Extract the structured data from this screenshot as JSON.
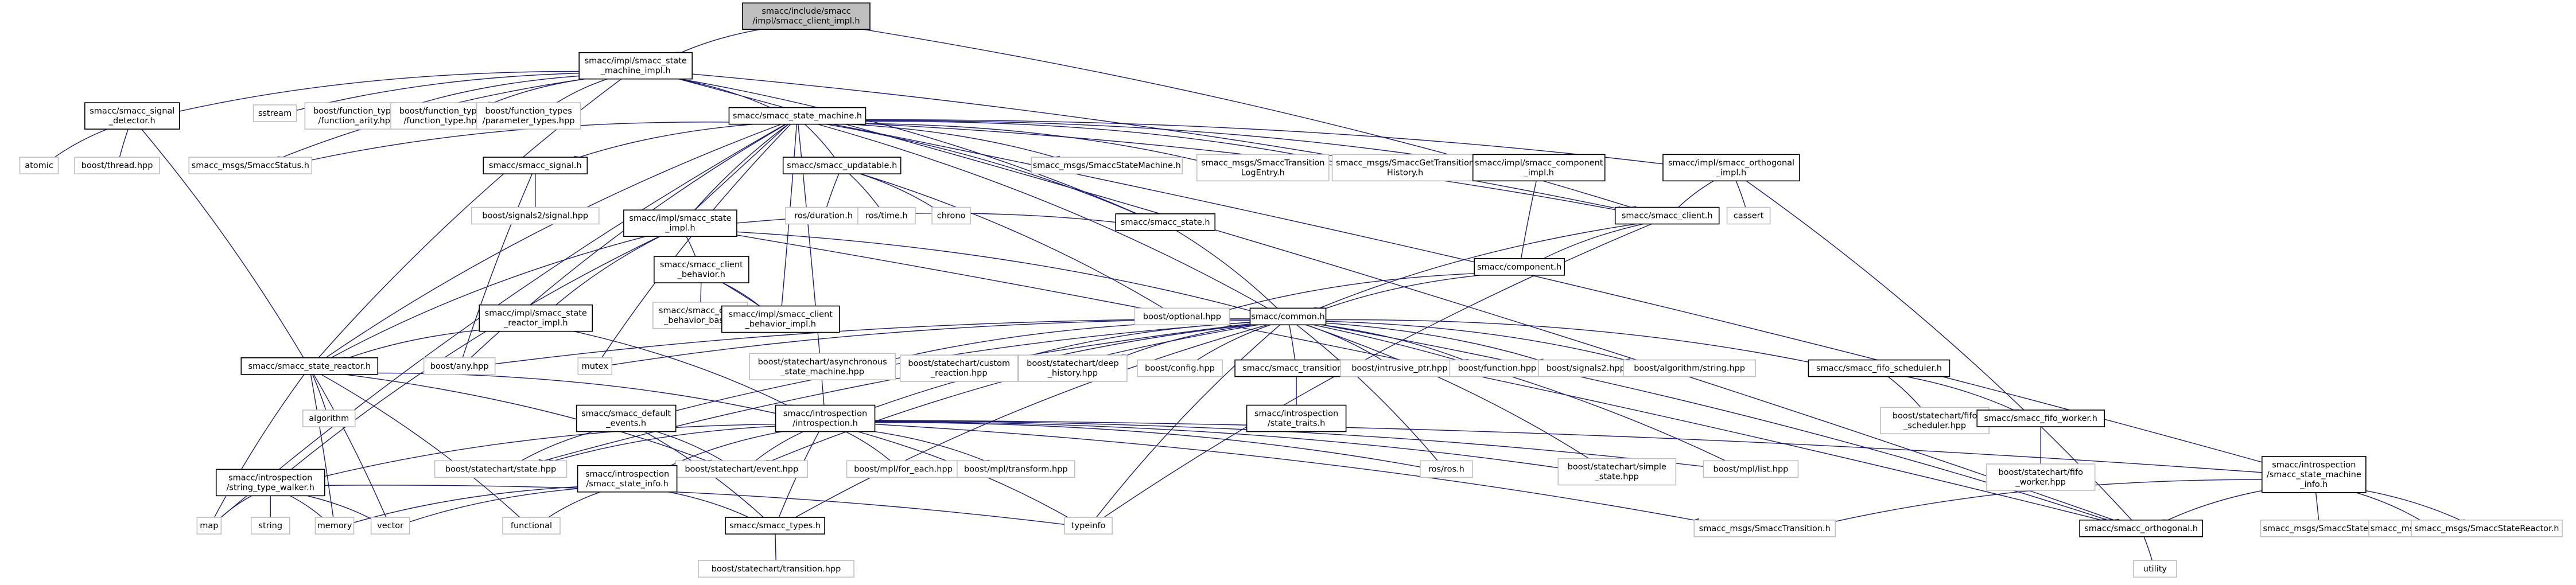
{
  "graph": {
    "colors": {
      "edge": "#191970",
      "root_fill": "#bfbfbf",
      "local_border": "#000000",
      "external_border": "#bfbfbf",
      "text": "#000000"
    },
    "nodes": [
      {
        "id": "root",
        "lines": [
          "smacc/include/smacc",
          "/impl/smacc_client_impl.h"
        ],
        "kind": "root"
      },
      {
        "id": "sm_impl",
        "lines": [
          "smacc/impl/smacc_state",
          "_machine_impl.h"
        ],
        "kind": "local"
      },
      {
        "id": "sig_detector",
        "lines": [
          "smacc/smacc_signal",
          "_detector.h"
        ],
        "kind": "local"
      },
      {
        "id": "sstream",
        "lines": [
          "sstream"
        ],
        "kind": "ext"
      },
      {
        "id": "ft_arity",
        "lines": [
          "boost/function_types",
          "/function_arity.hpp"
        ],
        "kind": "ext"
      },
      {
        "id": "ft_type",
        "lines": [
          "boost/function_types",
          "/function_type.hpp"
        ],
        "kind": "ext"
      },
      {
        "id": "ft_param",
        "lines": [
          "boost/function_types",
          "/parameter_types.hpp"
        ],
        "kind": "ext"
      },
      {
        "id": "atomic",
        "lines": [
          "atomic"
        ],
        "kind": "ext"
      },
      {
        "id": "thread",
        "lines": [
          "boost/thread.hpp"
        ],
        "kind": "ext"
      },
      {
        "id": "smacc_status",
        "lines": [
          "smacc_msgs/SmaccStatus.h"
        ],
        "kind": "ext"
      },
      {
        "id": "sm",
        "lines": [
          "smacc/smacc_state_machine.h"
        ],
        "kind": "local"
      },
      {
        "id": "signal",
        "lines": [
          "smacc/smacc_signal.h"
        ],
        "kind": "local"
      },
      {
        "id": "updatable",
        "lines": [
          "smacc/smacc_updatable.h"
        ],
        "kind": "local"
      },
      {
        "id": "sm_msg",
        "lines": [
          "smacc_msgs/SmaccStateMachine.h"
        ],
        "kind": "ext"
      },
      {
        "id": "trans_log",
        "lines": [
          "smacc_msgs/SmaccTransition",
          "LogEntry.h"
        ],
        "kind": "ext"
      },
      {
        "id": "get_trans",
        "lines": [
          "smacc_msgs/SmaccGetTransition",
          "History.h"
        ],
        "kind": "ext"
      },
      {
        "id": "comp_impl",
        "lines": [
          "smacc/impl/smacc_component",
          "_impl.h"
        ],
        "kind": "local"
      },
      {
        "id": "orth_impl",
        "lines": [
          "smacc/impl/smacc_orthogonal",
          "_impl.h"
        ],
        "kind": "local"
      },
      {
        "id": "signals2_signal",
        "lines": [
          "boost/signals2/signal.hpp"
        ],
        "kind": "ext"
      },
      {
        "id": "ros_duration",
        "lines": [
          "ros/duration.h"
        ],
        "kind": "ext"
      },
      {
        "id": "ros_time",
        "lines": [
          "ros/time.h"
        ],
        "kind": "ext"
      },
      {
        "id": "chrono",
        "lines": [
          "chrono"
        ],
        "kind": "ext"
      },
      {
        "id": "cassert",
        "lines": [
          "cassert"
        ],
        "kind": "ext"
      },
      {
        "id": "client",
        "lines": [
          "smacc/smacc_client.h"
        ],
        "kind": "local"
      },
      {
        "id": "state_impl",
        "lines": [
          "smacc/impl/smacc_state",
          "_impl.h"
        ],
        "kind": "local"
      },
      {
        "id": "state",
        "lines": [
          "smacc/smacc_state.h"
        ],
        "kind": "local"
      },
      {
        "id": "component",
        "lines": [
          "smacc/component.h"
        ],
        "kind": "local"
      },
      {
        "id": "cb",
        "lines": [
          "smacc/smacc_client",
          "_behavior.h"
        ],
        "kind": "local"
      },
      {
        "id": "cb_base",
        "lines": [
          "smacc/smacc_client",
          "_behavior_base.h"
        ],
        "kind": "ext"
      },
      {
        "id": "cb_impl",
        "lines": [
          "smacc/impl/smacc_client",
          "_behavior_impl.h"
        ],
        "kind": "local"
      },
      {
        "id": "optional",
        "lines": [
          "boost/optional.hpp"
        ],
        "kind": "ext"
      },
      {
        "id": "common",
        "lines": [
          "smacc/common.h"
        ],
        "kind": "local"
      },
      {
        "id": "sr_impl",
        "lines": [
          "smacc/impl/smacc_state",
          "_reactor_impl.h"
        ],
        "kind": "local"
      },
      {
        "id": "mutex",
        "lines": [
          "mutex"
        ],
        "kind": "ext"
      },
      {
        "id": "any",
        "lines": [
          "boost/any.hpp"
        ],
        "kind": "ext"
      },
      {
        "id": "sr",
        "lines": [
          "smacc/smacc_state_reactor.h"
        ],
        "kind": "local"
      },
      {
        "id": "async_sm",
        "lines": [
          "boost/statechart/asynchronous",
          "_state_machine.hpp"
        ],
        "kind": "ext"
      },
      {
        "id": "custom_react",
        "lines": [
          "boost/statechart/custom",
          "_reaction.hpp"
        ],
        "kind": "ext"
      },
      {
        "id": "deep_hist",
        "lines": [
          "boost/statechart/deep",
          "_history.hpp"
        ],
        "kind": "ext"
      },
      {
        "id": "config",
        "lines": [
          "boost/config.hpp"
        ],
        "kind": "ext"
      },
      {
        "id": "transition",
        "lines": [
          "smacc/smacc_transition.h"
        ],
        "kind": "local"
      },
      {
        "id": "intrusive",
        "lines": [
          "boost/intrusive_ptr.hpp"
        ],
        "kind": "ext"
      },
      {
        "id": "function",
        "lines": [
          "boost/function.hpp"
        ],
        "kind": "ext"
      },
      {
        "id": "signals2",
        "lines": [
          "boost/signals2.hpp"
        ],
        "kind": "ext"
      },
      {
        "id": "alg_string",
        "lines": [
          "boost/algorithm/string.hpp"
        ],
        "kind": "ext"
      },
      {
        "id": "fifo",
        "lines": [
          "smacc/smacc_fifo_scheduler.h"
        ],
        "kind": "local"
      },
      {
        "id": "algorithm",
        "lines": [
          "algorithm"
        ],
        "kind": "ext"
      },
      {
        "id": "default_events",
        "lines": [
          "smacc/smacc_default",
          "_events.h"
        ],
        "kind": "local"
      },
      {
        "id": "introspection",
        "lines": [
          "smacc/introspection",
          "/introspection.h"
        ],
        "kind": "local"
      },
      {
        "id": "state_traits",
        "lines": [
          "smacc/introspection",
          "/state_traits.h"
        ],
        "kind": "local"
      },
      {
        "id": "fifo_sched_hpp",
        "lines": [
          "boost/statechart/fifo",
          "_scheduler.hpp"
        ],
        "kind": "ext"
      },
      {
        "id": "fifo_worker",
        "lines": [
          "smacc/smacc_fifo_worker.h"
        ],
        "kind": "local"
      },
      {
        "id": "sc_state",
        "lines": [
          "boost/statechart/state.hpp"
        ],
        "kind": "ext"
      },
      {
        "id": "sc_event",
        "lines": [
          "boost/statechart/event.hpp"
        ],
        "kind": "ext"
      },
      {
        "id": "for_each",
        "lines": [
          "boost/mpl/for_each.hpp"
        ],
        "kind": "ext"
      },
      {
        "id": "mpl_transform",
        "lines": [
          "boost/mpl/transform.hpp"
        ],
        "kind": "ext"
      },
      {
        "id": "ros_ros",
        "lines": [
          "ros/ros.h"
        ],
        "kind": "ext"
      },
      {
        "id": "simple_state",
        "lines": [
          "boost/statechart/simple",
          "_state.hpp"
        ],
        "kind": "ext"
      },
      {
        "id": "mpl_list",
        "lines": [
          "boost/mpl/list.hpp"
        ],
        "kind": "ext"
      },
      {
        "id": "fifo_worker_hpp",
        "lines": [
          "boost/statechart/fifo",
          "_worker.hpp"
        ],
        "kind": "ext"
      },
      {
        "id": "stw",
        "lines": [
          "smacc/introspection",
          "/string_type_walker.h"
        ],
        "kind": "local"
      },
      {
        "id": "smi",
        "lines": [
          "smacc/introspection",
          "/smacc_state_info.h"
        ],
        "kind": "local"
      },
      {
        "id": "smmi",
        "lines": [
          "smacc/introspection",
          "/smacc_state_machine",
          "_info.h"
        ],
        "kind": "local"
      },
      {
        "id": "map",
        "lines": [
          "map"
        ],
        "kind": "ext"
      },
      {
        "id": "string",
        "lines": [
          "string"
        ],
        "kind": "ext"
      },
      {
        "id": "memory",
        "lines": [
          "memory"
        ],
        "kind": "ext"
      },
      {
        "id": "vector",
        "lines": [
          "vector"
        ],
        "kind": "ext"
      },
      {
        "id": "functional",
        "lines": [
          "functional"
        ],
        "kind": "ext"
      },
      {
        "id": "types",
        "lines": [
          "smacc/smacc_types.h"
        ],
        "kind": "local"
      },
      {
        "id": "typeinfo",
        "lines": [
          "typeinfo"
        ],
        "kind": "ext"
      },
      {
        "id": "trans_msg",
        "lines": [
          "smacc_msgs/SmaccTransition.h"
        ],
        "kind": "ext"
      },
      {
        "id": "orthogonal",
        "lines": [
          "smacc/smacc_orthogonal.h"
        ],
        "kind": "local"
      },
      {
        "id": "state_msg",
        "lines": [
          "smacc_msgs/SmaccState.h"
        ],
        "kind": "ext"
      },
      {
        "id": "orth_msg",
        "lines": [
          "smacc_msgs/SmaccOrthogonal.h"
        ],
        "kind": "ext"
      },
      {
        "id": "sr_msg",
        "lines": [
          "smacc_msgs/SmaccStateReactor.h"
        ],
        "kind": "ext"
      },
      {
        "id": "sc_transition",
        "lines": [
          "boost/statechart/transition.hpp"
        ],
        "kind": "ext"
      },
      {
        "id": "utility",
        "lines": [
          "utility"
        ],
        "kind": "ext"
      }
    ],
    "edges": [
      [
        "root",
        "sm_impl"
      ],
      [
        "root",
        "client"
      ],
      [
        "sm_impl",
        "sig_detector"
      ],
      [
        "sm_impl",
        "sstream"
      ],
      [
        "sm_impl",
        "ft_arity"
      ],
      [
        "sm_impl",
        "ft_type"
      ],
      [
        "sm_impl",
        "ft_param"
      ],
      [
        "sm_impl",
        "smacc_status"
      ],
      [
        "sm_impl",
        "sm"
      ],
      [
        "sm_impl",
        "orthogonal"
      ],
      [
        "sm_impl",
        "client"
      ],
      [
        "sm_impl",
        "state"
      ],
      [
        "sm_impl",
        "sr"
      ],
      [
        "sig_detector",
        "atomic"
      ],
      [
        "sig_detector",
        "thread"
      ],
      [
        "sig_detector",
        "sr"
      ],
      [
        "sm",
        "smacc_status"
      ],
      [
        "sm",
        "signal"
      ],
      [
        "sm",
        "updatable"
      ],
      [
        "sm",
        "sm_msg"
      ],
      [
        "sm",
        "trans_log"
      ],
      [
        "sm",
        "get_trans"
      ],
      [
        "sm",
        "comp_impl"
      ],
      [
        "sm",
        "orth_impl"
      ],
      [
        "sm",
        "state_impl"
      ],
      [
        "sm",
        "state"
      ],
      [
        "sm",
        "common"
      ],
      [
        "sm",
        "smmi"
      ],
      [
        "sm",
        "mutex"
      ],
      [
        "sm",
        "any"
      ],
      [
        "sm",
        "map"
      ],
      [
        "sm",
        "sr"
      ],
      [
        "sm",
        "introspection"
      ],
      [
        "sm",
        "client"
      ],
      [
        "signal",
        "signals2_signal"
      ],
      [
        "signal",
        "any"
      ],
      [
        "updatable",
        "ros_duration"
      ],
      [
        "updatable",
        "ros_time"
      ],
      [
        "updatable",
        "chrono"
      ],
      [
        "updatable",
        "optional"
      ],
      [
        "comp_impl",
        "component"
      ],
      [
        "orth_impl",
        "client"
      ],
      [
        "orth_impl",
        "cassert"
      ],
      [
        "orth_impl",
        "orthogonal"
      ],
      [
        "client",
        "component"
      ],
      [
        "client",
        "common"
      ],
      [
        "client",
        "typeinfo"
      ],
      [
        "state_impl",
        "cb"
      ],
      [
        "state_impl",
        "state"
      ],
      [
        "state_impl",
        "sr_impl"
      ],
      [
        "state_impl",
        "sr"
      ],
      [
        "state_impl",
        "stw"
      ],
      [
        "state_impl",
        "orthogonal"
      ],
      [
        "state_impl",
        "sm"
      ],
      [
        "state_impl",
        "common"
      ],
      [
        "cb",
        "cb_base"
      ],
      [
        "cb",
        "cb_impl"
      ],
      [
        "cb_impl",
        "cb"
      ],
      [
        "cb_impl",
        "sm"
      ],
      [
        "state",
        "common"
      ],
      [
        "component",
        "common"
      ],
      [
        "component",
        "optional"
      ],
      [
        "common",
        "async_sm"
      ],
      [
        "common",
        "custom_react"
      ],
      [
        "common",
        "deep_hist"
      ],
      [
        "common",
        "config"
      ],
      [
        "common",
        "transition"
      ],
      [
        "common",
        "intrusive"
      ],
      [
        "common",
        "function"
      ],
      [
        "common",
        "signals2"
      ],
      [
        "common",
        "alg_string"
      ],
      [
        "common",
        "fifo"
      ],
      [
        "common",
        "any"
      ],
      [
        "common",
        "mutex"
      ],
      [
        "common",
        "default_events"
      ],
      [
        "common",
        "introspection"
      ],
      [
        "common",
        "sc_state"
      ],
      [
        "common",
        "sc_event"
      ],
      [
        "common",
        "ros_ros"
      ],
      [
        "common",
        "simple_state"
      ],
      [
        "common",
        "mpl_list"
      ],
      [
        "common",
        "types"
      ],
      [
        "common",
        "orthogonal"
      ],
      [
        "common",
        "typeinfo"
      ],
      [
        "sr_impl",
        "sr"
      ],
      [
        "sr_impl",
        "introspection"
      ],
      [
        "sr",
        "algorithm"
      ],
      [
        "sr",
        "map"
      ],
      [
        "sr",
        "memory"
      ],
      [
        "sr",
        "vector"
      ],
      [
        "sr",
        "functional"
      ],
      [
        "sr",
        "introspection"
      ],
      [
        "sr",
        "sc_event"
      ],
      [
        "transition",
        "state_traits"
      ],
      [
        "fifo",
        "fifo_sched_hpp"
      ],
      [
        "fifo",
        "fifo_worker"
      ],
      [
        "fifo_worker",
        "fifo_worker_hpp"
      ],
      [
        "default_events",
        "sc_state"
      ],
      [
        "default_events",
        "sc_event"
      ],
      [
        "default_events",
        "types"
      ],
      [
        "introspection",
        "stw"
      ],
      [
        "introspection",
        "smi"
      ],
      [
        "introspection",
        "sc_state"
      ],
      [
        "introspection",
        "sc_event"
      ],
      [
        "introspection",
        "for_each"
      ],
      [
        "introspection",
        "mpl_transform"
      ],
      [
        "introspection",
        "ros_ros"
      ],
      [
        "introspection",
        "simple_state"
      ],
      [
        "introspection",
        "mpl_list"
      ],
      [
        "introspection",
        "smmi"
      ],
      [
        "introspection",
        "types"
      ],
      [
        "introspection",
        "typeinfo"
      ],
      [
        "introspection",
        "trans_msg"
      ],
      [
        "stw",
        "map"
      ],
      [
        "stw",
        "string"
      ],
      [
        "stw",
        "memory"
      ],
      [
        "stw",
        "vector"
      ],
      [
        "stw",
        "typeinfo"
      ],
      [
        "smi",
        "memory"
      ],
      [
        "smi",
        "vector"
      ],
      [
        "smi",
        "functional"
      ],
      [
        "smi",
        "types"
      ],
      [
        "smmi",
        "orthogonal"
      ],
      [
        "smmi",
        "state_msg"
      ],
      [
        "smmi",
        "orth_msg"
      ],
      [
        "smmi",
        "sr_msg"
      ],
      [
        "smmi",
        "trans_msg"
      ],
      [
        "types",
        "sc_transition"
      ],
      [
        "orthogonal",
        "utility"
      ]
    ]
  }
}
